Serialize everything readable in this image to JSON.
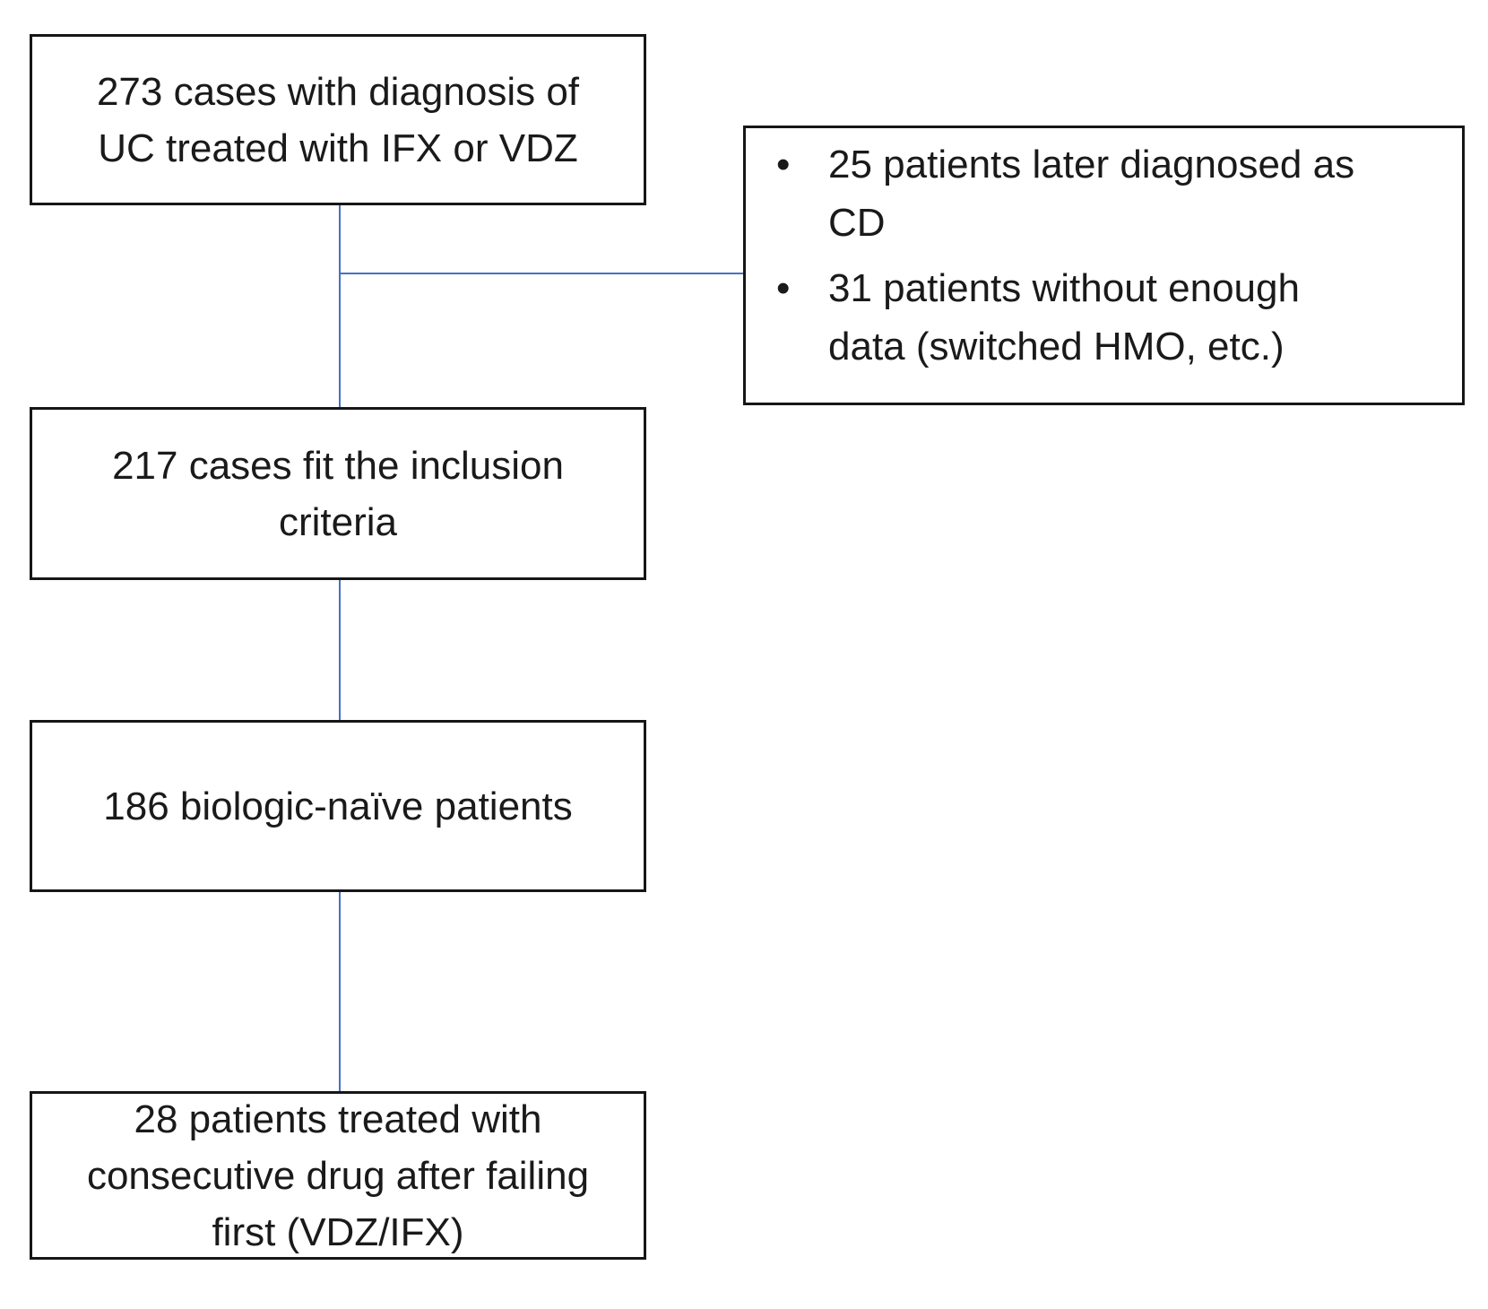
{
  "diagram": {
    "type": "patient-flowchart",
    "flow_nodes": [
      {
        "id": "cases-273",
        "text": "273 cases with diagnosis of\nUC treated with IFX or VDZ"
      },
      {
        "id": "cases-217",
        "text": "217 cases fit the inclusion\ncriteria"
      },
      {
        "id": "patients-186",
        "text": "186 biologic-naïve patients"
      },
      {
        "id": "patients-28",
        "text": "28 patients treated with\nconsecutive drug after failing\nfirst (VDZ/IFX)"
      }
    ],
    "exclusion_box": {
      "bullet_glyph": "•",
      "items": [
        {
          "text": "25 patients later diagnosed as\nCD"
        },
        {
          "text": "31 patients without enough\ndata (switched HMO, etc.)"
        }
      ]
    },
    "colors": {
      "connector_blue": "#4472C4",
      "box_border": "#161616",
      "text": "#1a1a1a",
      "background": "#ffffff"
    }
  }
}
